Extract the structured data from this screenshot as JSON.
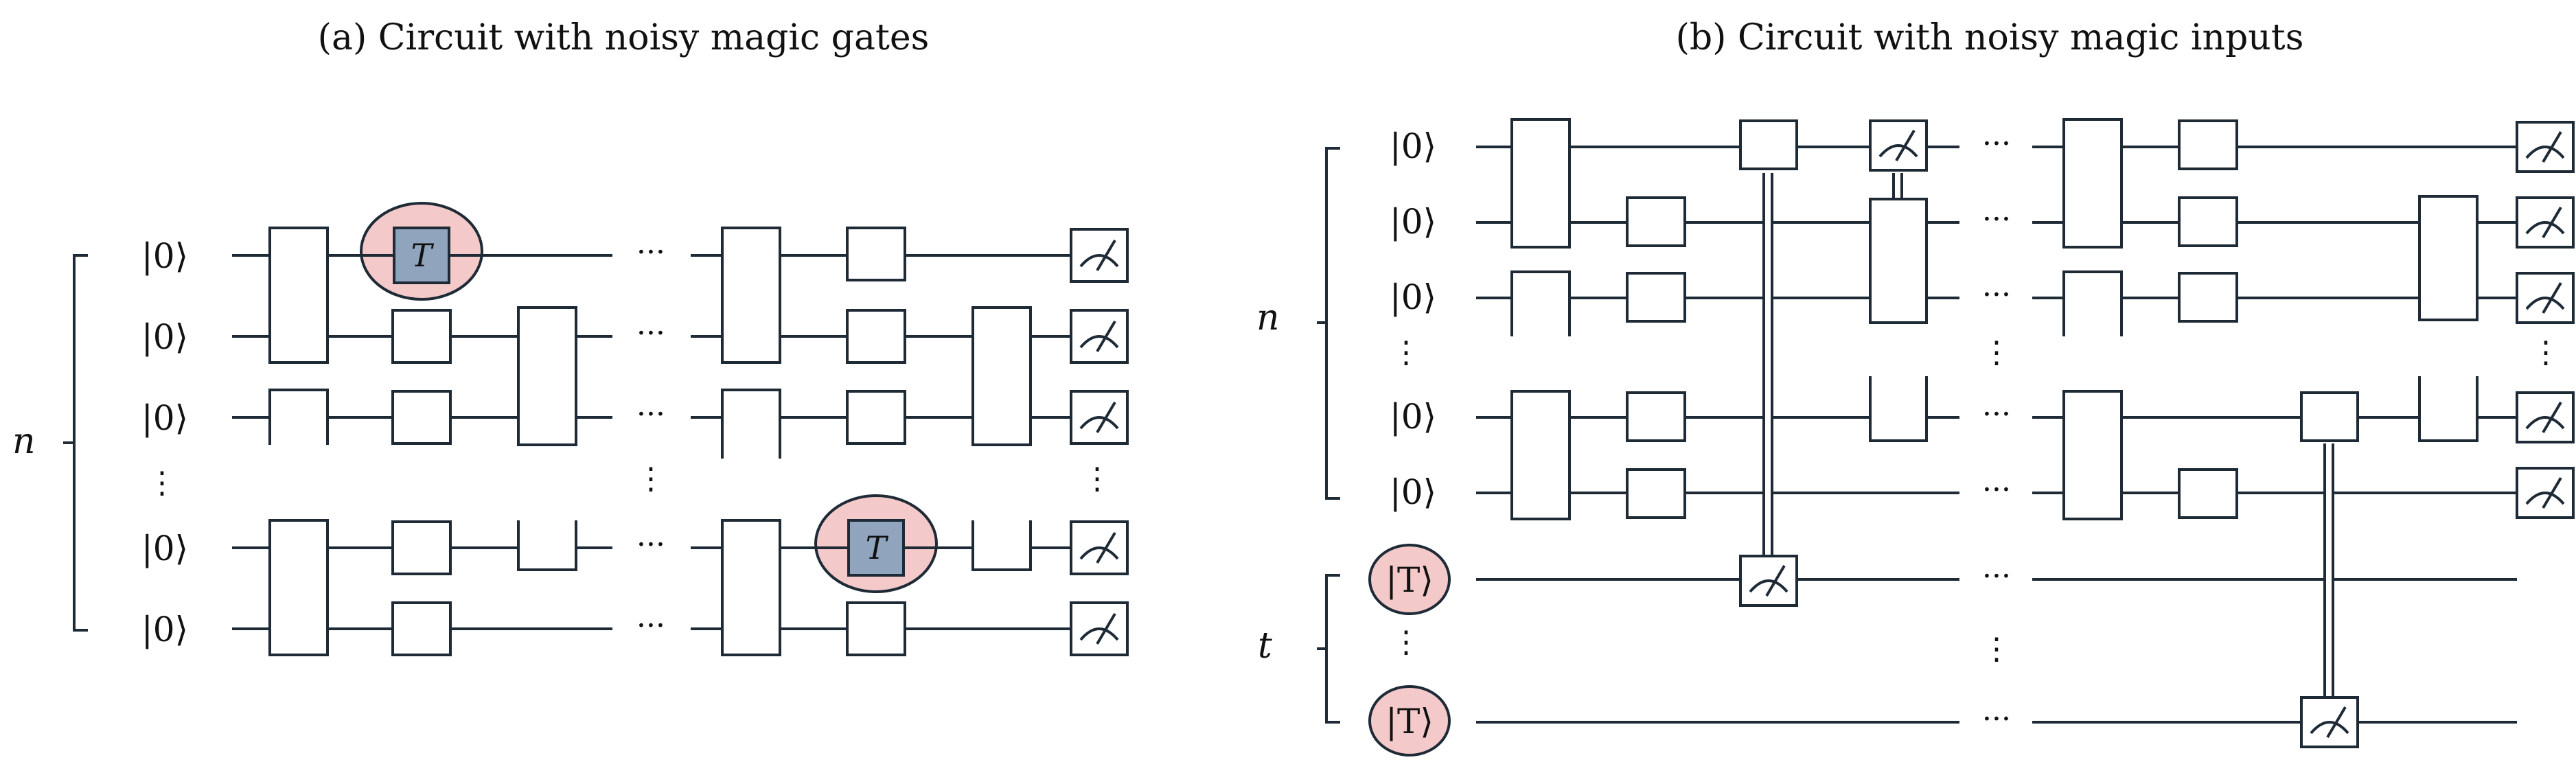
{
  "panel_a": {
    "title": "(a) Circuit with noisy magic gates",
    "register_label": "n",
    "qubit_labels": [
      "|0⟩",
      "|0⟩",
      "|0⟩",
      "|0⟩",
      "|0⟩"
    ],
    "t_gate_label": "T",
    "ellipsis": "···",
    "vertical_ellipsis": "⋮"
  },
  "panel_b": {
    "title": "(b) Circuit with noisy magic inputs",
    "data_register_label": "n",
    "magic_register_label": "t",
    "qubit_labels": [
      "|0⟩",
      "|0⟩",
      "|0⟩",
      "|0⟩",
      "|0⟩"
    ],
    "magic_state_labels": [
      "|T⟩",
      "|T⟩"
    ],
    "ellipsis": "···",
    "vertical_ellipsis": "⋮"
  },
  "colors": {
    "ink": "#1e2a36",
    "noise_halo": "#f3c9ca",
    "t_gate_fill": "#90a4bd",
    "magic_state_fill": "#f3c9ca"
  },
  "icons": {
    "measurement": "meter-icon"
  }
}
